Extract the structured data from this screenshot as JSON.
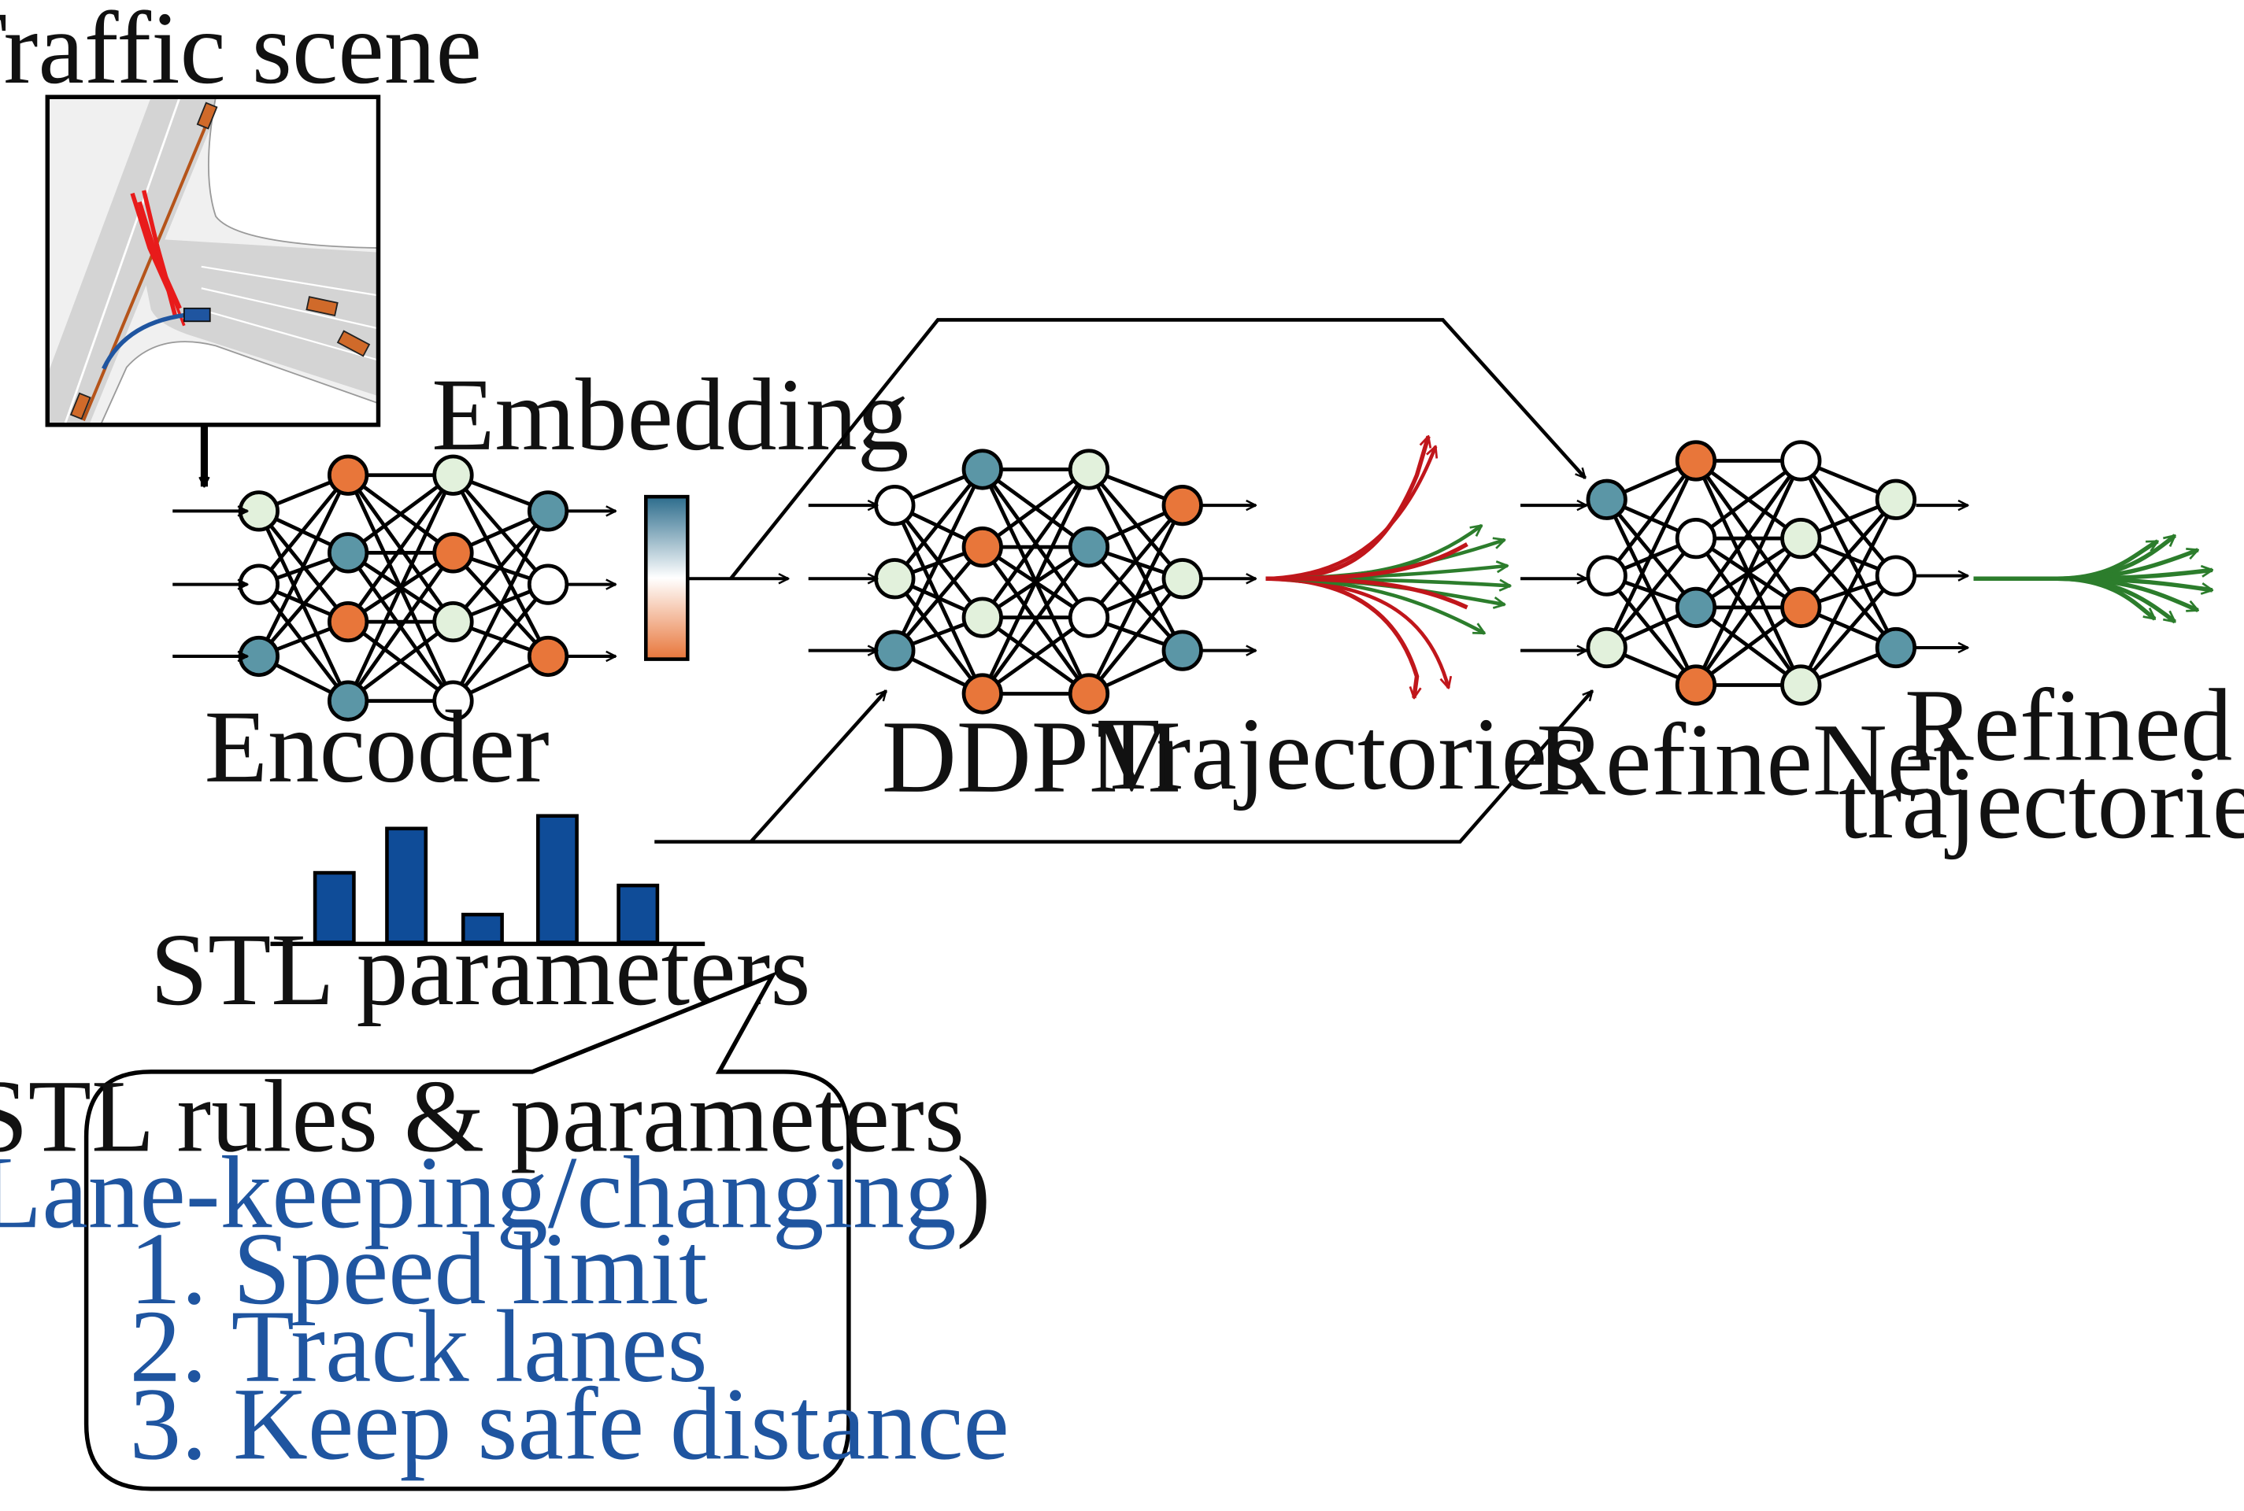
{
  "labels": {
    "traffic_scene": "Traffic scene",
    "embedding": "Embedding",
    "encoder": "Encoder",
    "ddpm": "DDPM",
    "trajectories": "Trajectories",
    "refinenet": "RefineNet",
    "refined_line1": "Refined",
    "refined_line2": "trajectories",
    "stl_parameters": "STL parameters"
  },
  "callout": {
    "title": "STL rules & parameters",
    "paren_open": "(",
    "subtitle": "Lane-keeping/changing",
    "paren_close": ")",
    "items": [
      "1. Speed limit",
      "2. Track lanes",
      "3. Keep safe distance"
    ]
  },
  "colors": {
    "teal": "#5b96a6",
    "orange": "#e8763a",
    "pale_green": "#e2f1dc",
    "white": "#ffffff",
    "bar_blue": "#0f4c98",
    "trajectory_red": "#c0161b",
    "trajectory_green": "#2c7d2c",
    "text_blue": "#1f55a0"
  },
  "networks": {
    "encoder": [
      [
        "pale_green",
        "white",
        "teal"
      ],
      [
        "orange",
        "teal",
        "orange",
        "teal"
      ],
      [
        "pale_green",
        "orange",
        "pale_green",
        "white"
      ],
      [
        "teal",
        "white",
        "orange"
      ]
    ],
    "ddpm": [
      [
        "white",
        "pale_green",
        "teal"
      ],
      [
        "teal",
        "orange",
        "pale_green",
        "orange"
      ],
      [
        "pale_green",
        "teal",
        "white",
        "orange"
      ],
      [
        "orange",
        "pale_green",
        "teal"
      ]
    ],
    "refinenet": [
      [
        "teal",
        "white",
        "pale_green"
      ],
      [
        "orange",
        "white",
        "teal",
        "orange"
      ],
      [
        "white",
        "pale_green",
        "orange",
        "pale_green"
      ],
      [
        "pale_green",
        "white",
        "teal"
      ]
    ]
  },
  "stl_bar_values": [
    0.55,
    0.9,
    0.22,
    1.0,
    0.45
  ]
}
